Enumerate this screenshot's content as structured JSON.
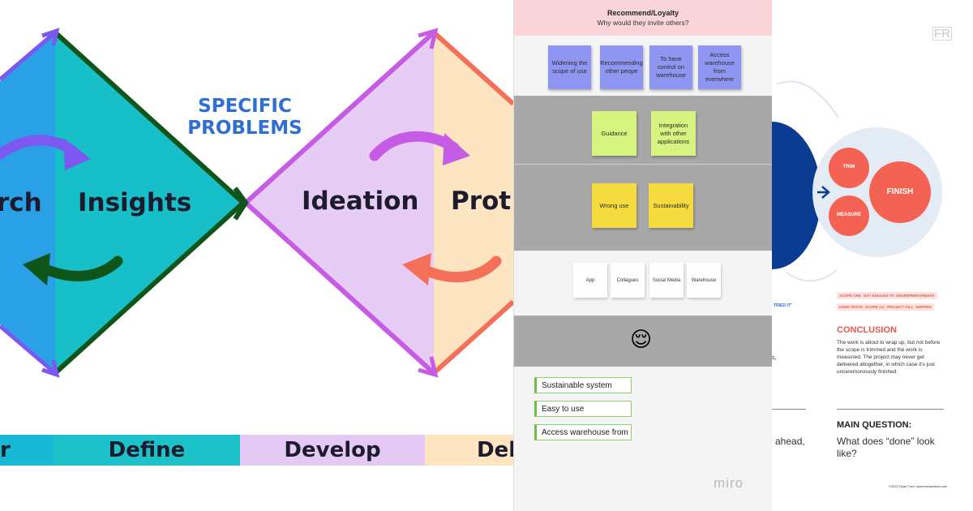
{
  "left_diagram": {
    "labels": {
      "research_partial": "rch",
      "insights": "Insights",
      "specific_problems_line1": "SPECIFIC",
      "specific_problems_line2": "PROBLEMS",
      "ideation": "Ideation",
      "prototype_partial": "Prot"
    },
    "phases": [
      "r",
      "Define",
      "Develop",
      "Del"
    ],
    "colors": {
      "research_fill": "#2aa1e6",
      "insights_fill": "#17c0c8",
      "ideation_fill": "#e7cdf6",
      "prototype_fill": "#fde5c1",
      "outline_green": "#0f5418",
      "outline_violet": "#c65ce6",
      "outline_coral": "#f47059",
      "headline_blue": "#2f6ed2"
    }
  },
  "miro_board": {
    "header": {
      "title": "Recommend/Loyalty",
      "subtitle": "Why would they invite others?"
    },
    "blue_stickies": [
      "Widening the scope of use",
      "Recommending other peope",
      "To have control on warehouse",
      "Access warehouse from everwhere"
    ],
    "lime_stickies": [
      "Guidance",
      "Integration with other applications"
    ],
    "yellow_stickies": [
      "Wrong use",
      "Sustainability"
    ],
    "white_cards": [
      "App",
      "Collagues",
      "Social Media",
      "Warehouse"
    ],
    "emoji": "😌",
    "notes": [
      "Sustainable system",
      "Easy to use",
      "Access warehouse from"
    ],
    "watermark": "miro"
  },
  "slide": {
    "logo": "FR",
    "circles": {
      "trim": "TRIM",
      "measure": "MEASURE",
      "finish": "FINISH"
    },
    "tags_row1": [
      "SCOPE CREEP",
      "NOT ENOUGH TIME",
      "UNDERPERFORMANT"
    ],
    "tags_row2": [
      "USER TESTING",
      "SCOPE CUT",
      "PROJECT KILLED",
      "SHIPPED"
    ],
    "side_fragment": "TRIED IT\"",
    "side_comma": "s,",
    "conclusion_title": "CONCLUSION",
    "conclusion_body": "The work is about to wrap up, but not before the scope is trimmed and the work is measured. The project may never get delivered altogether, in which case it's just unceremoniously finished.",
    "main_question_label": "MAIN QUESTION:",
    "main_question": "What does “done” look like?",
    "left_fragment": "ahead,",
    "footer": "©2022 Ryan Ford. www.theryanford.com"
  }
}
